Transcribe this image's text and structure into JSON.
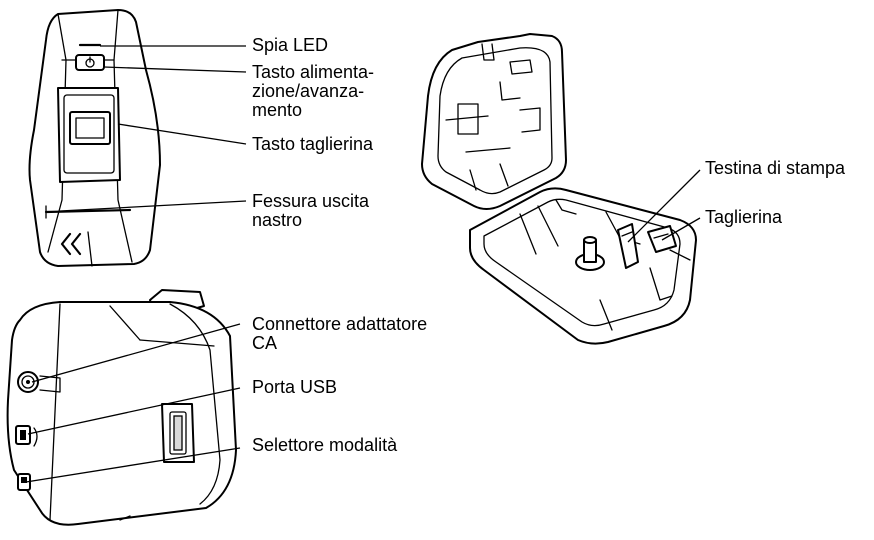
{
  "labels": {
    "led": "Spia LED",
    "power": "Tasto alimenta-\nzione/avanza-\nmento",
    "cutter_button": "Tasto taglierina",
    "tape_exit": "Fessura uscita\nnastro",
    "ac_adapter": "Connettore adattatore\nCA",
    "usb": "Porta USB",
    "mode_selector": "Selettore modalità",
    "print_head": "Testina di stampa",
    "cutter": "Taglierina"
  },
  "icons": {
    "power": "power-icon",
    "chevrons": "double-chevron-left-icon"
  }
}
